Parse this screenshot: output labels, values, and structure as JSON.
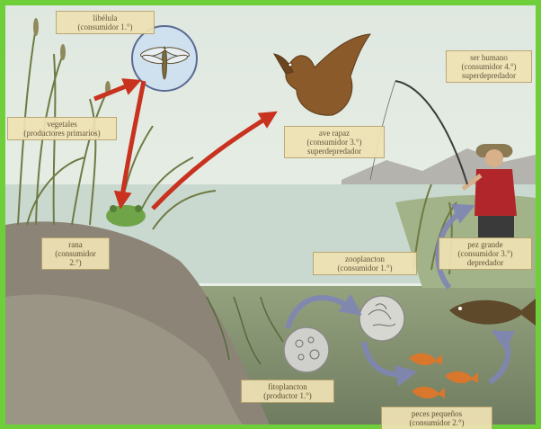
{
  "labels": {
    "libelula": {
      "line1": "libélula",
      "line2": "(consumidor 1.°)"
    },
    "vegetales": {
      "line1": "vegetales",
      "line2": "(productores primarios)"
    },
    "rana": {
      "line1": "rana",
      "line2": "(consumidor",
      "line3": "2.°)"
    },
    "ave_rapaz": {
      "line1": "ave rapaz",
      "line2": "(consumidor 3.°)",
      "line3": "superdepredador"
    },
    "ser_humano": {
      "line1": "ser humano",
      "line2": "(consumidor 4.°)",
      "line3": "superdepredador"
    },
    "zooplancton": {
      "line1": "zooplancton",
      "line2": "(consumidor 1.°)"
    },
    "pez_grande": {
      "line1": "pez grande",
      "line2": "(consumidor 3.°)",
      "line3": "depredador"
    },
    "fitoplancton": {
      "line1": "fitoplancton",
      "line2": "(productor 1.°)"
    },
    "peces_pequenos": {
      "line1": "peces pequeños",
      "line2": "(consumidor 2.°)"
    }
  },
  "colors": {
    "frame": "#6fcf3a",
    "sky": "#e4ede4",
    "water": "#c9d8cf",
    "underwater": "#7e8b6e",
    "arrow_red": "#c8321e",
    "arrow_blue": "#7f86b6",
    "label_bg": "#efe2b4"
  }
}
